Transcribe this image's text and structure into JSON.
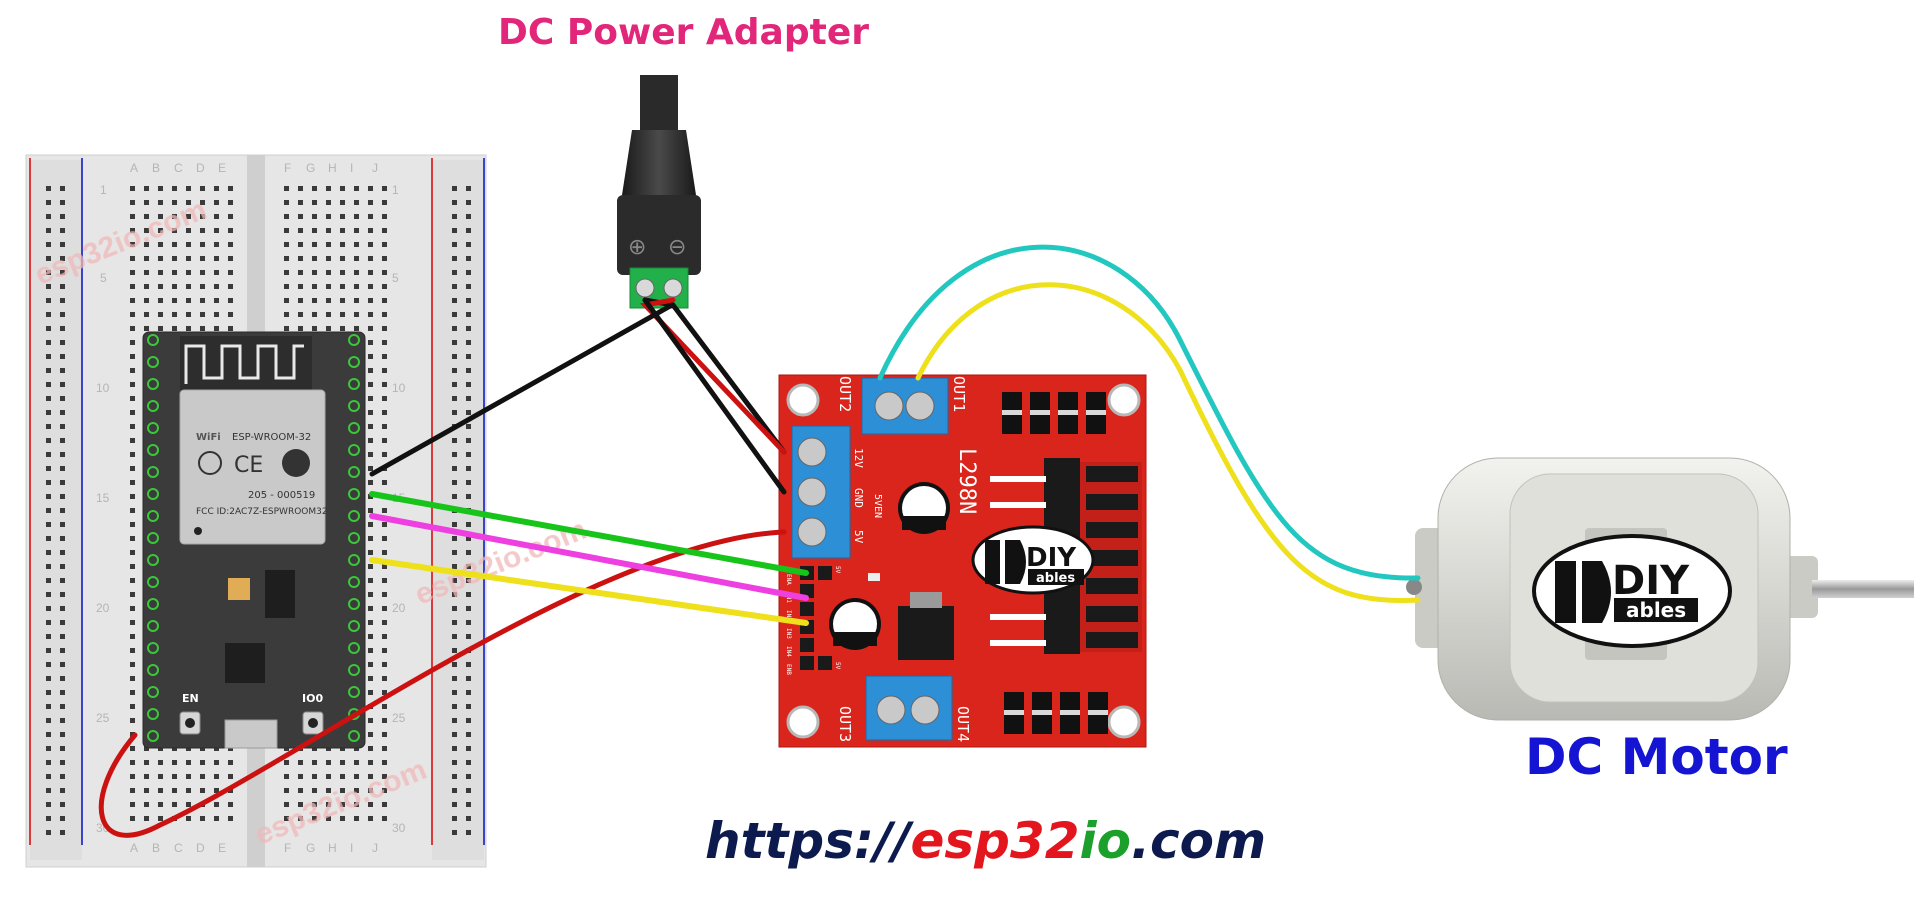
{
  "labels": {
    "adapter": "DC Power Adapter",
    "motor": "DC Motor"
  },
  "url": {
    "prefix": "https://",
    "esp": "esp",
    "num": "32",
    "io": "io",
    "suffix": ".com"
  },
  "watermark": "esp32io.com",
  "breadboard": {
    "col_letters_left": [
      "A",
      "B",
      "C",
      "D",
      "E"
    ],
    "col_letters_right": [
      "F",
      "G",
      "H",
      "I",
      "J"
    ],
    "row_numbers": [
      "1",
      "5",
      "10",
      "15",
      "20",
      "25",
      "30"
    ]
  },
  "esp32": {
    "module": "ESP-WROOM-32",
    "cert1": "205 - 000519",
    "fcc": "FCC ID:2AC7Z-ESPWROOM32",
    "ce": "CE",
    "wifi": "WiFi",
    "btn_en": "EN",
    "btn_io0": "IO0"
  },
  "driver": {
    "chip": "L298N",
    "out1": "OUT1",
    "out2": "OUT2",
    "out3": "OUT3",
    "out4": "OUT4",
    "pwr_12v": "12V",
    "pwr_gnd": "GND",
    "pwr_5v": "5V",
    "en5v": "5VEN",
    "hdr": [
      "ENA",
      "IN1",
      "IN2",
      "IN3",
      "IN4",
      "ENB"
    ],
    "hdr_5v_top": "5V",
    "hdr_5v_bot": "5V"
  },
  "brand": {
    "diy": "DIY",
    "ables": "ables"
  },
  "adapter_symbols": [
    "⊕",
    "⊖"
  ],
  "colors": {
    "board_red": "#d9251c",
    "terminal_blue": "#2d8fd6",
    "wire_red": "#cc1111",
    "wire_black": "#111111",
    "wire_green": "#17c41a",
    "wire_magenta": "#ee3fe0",
    "wire_yellow": "#eee01a",
    "wire_cyan": "#22c7c0",
    "motor_body": "#dcdcd6"
  }
}
